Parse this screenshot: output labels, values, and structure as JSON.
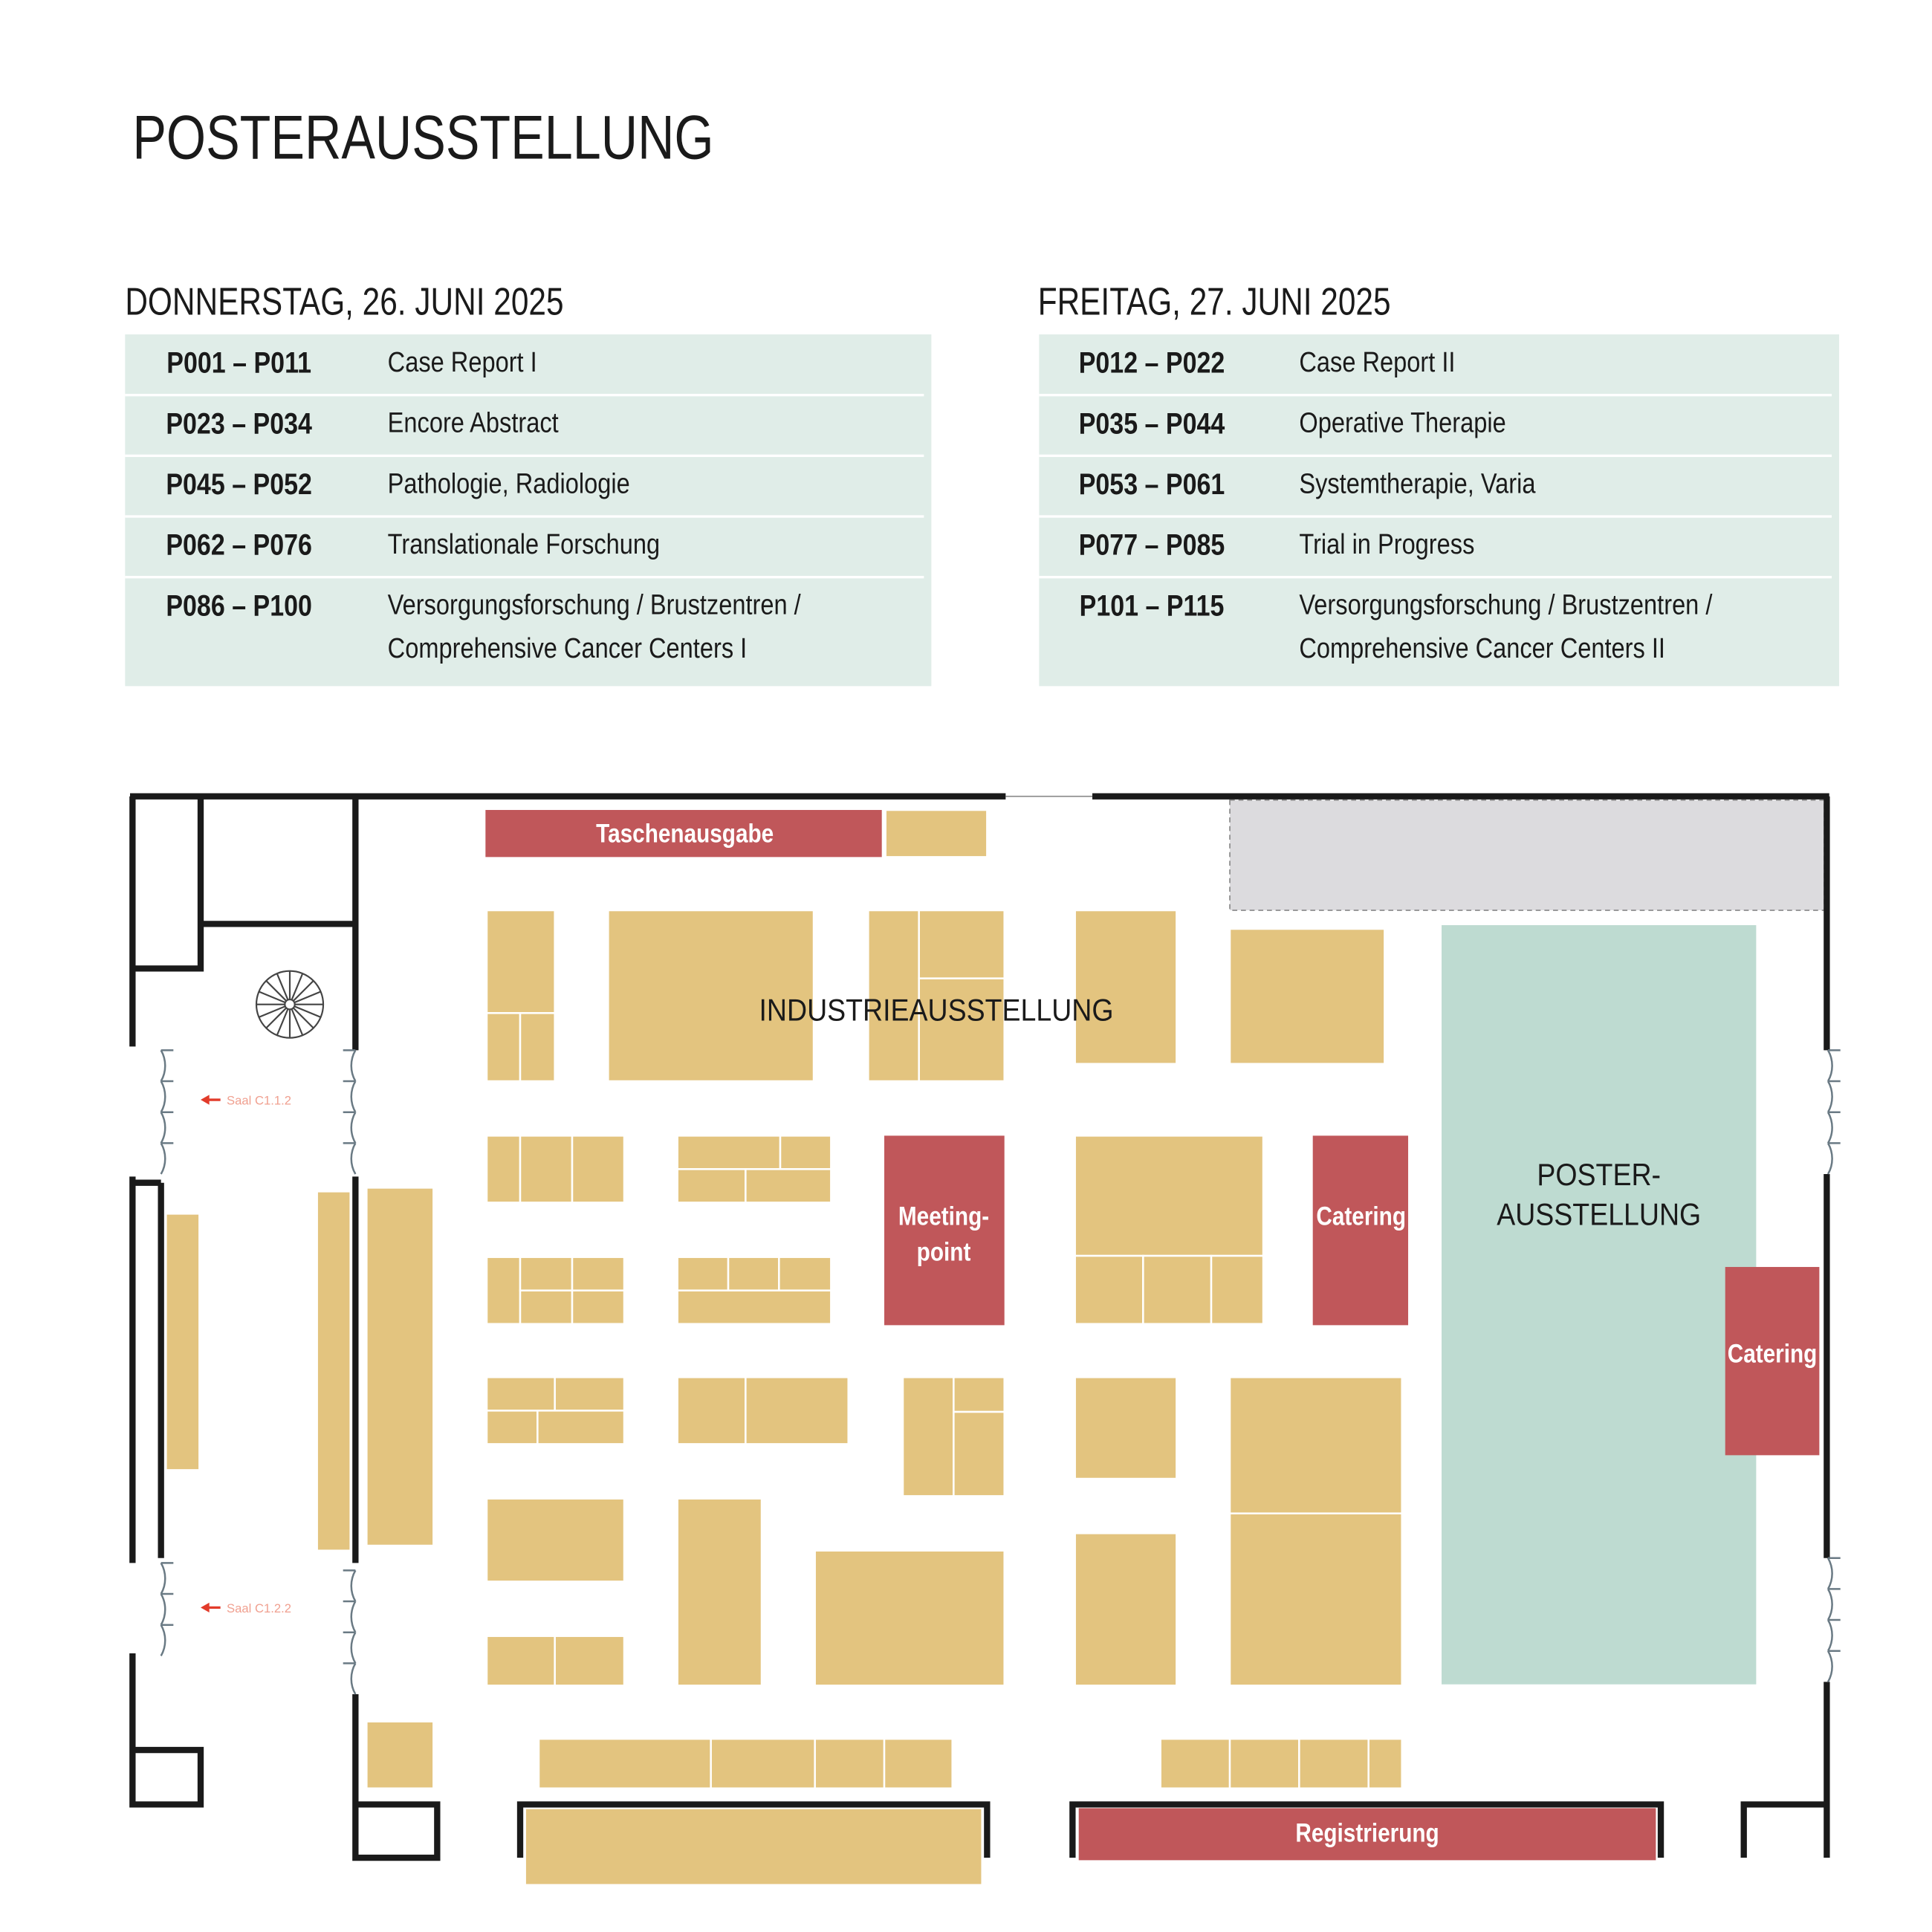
{
  "title": "POSTERAUSSTELLUNG",
  "days": [
    {
      "heading": "DONNERSTAG, 26. JUNI 2025",
      "rows": [
        {
          "code": "P001 – P011",
          "topic": [
            "Case Report I"
          ]
        },
        {
          "code": "P023 – P034",
          "topic": [
            "Encore Abstract"
          ]
        },
        {
          "code": "P045 – P052",
          "topic": [
            "Pathologie, Radiologie"
          ]
        },
        {
          "code": "P062 – P076",
          "topic": [
            "Translationale Forschung"
          ]
        },
        {
          "code": "P086 – P100",
          "topic": [
            "Versorgungsforschung / Brustzentren /",
            "Comprehensive Cancer Centers I"
          ]
        }
      ]
    },
    {
      "heading": "FREITAG, 27. JUNI 2025",
      "rows": [
        {
          "code": "P012 – P022",
          "topic": [
            "Case Report II"
          ]
        },
        {
          "code": "P035 – P044",
          "topic": [
            "Operative Therapie"
          ]
        },
        {
          "code": "P053 – P061",
          "topic": [
            "Systemtherapie, Varia"
          ]
        },
        {
          "code": "P077 – P085",
          "topic": [
            "Trial in Progress"
          ]
        },
        {
          "code": "P101 – P115",
          "topic": [
            "Versorgungsforschung / Brustzentren /",
            "Comprehensive Cancer Centers II"
          ]
        }
      ]
    }
  ],
  "floorplan": {
    "taschenausgabe": "Taschenausgabe",
    "industrie": "INDUSTRIEAUSSTELLUNG",
    "meeting": [
      "Meeting-",
      "point"
    ],
    "catering": "Catering",
    "poster": [
      "POSTER-",
      "AUSSTELLUNG"
    ],
    "registrierung": "Registrierung",
    "saal1": "Saal C1.1.2",
    "saal2": "Saal C1.2.2",
    "colors": {
      "booth": "#e3c47f",
      "red": "#c0575a",
      "poster": "#bedbd1",
      "gray": "#dcdbde",
      "table": "#e0ede8"
    }
  }
}
